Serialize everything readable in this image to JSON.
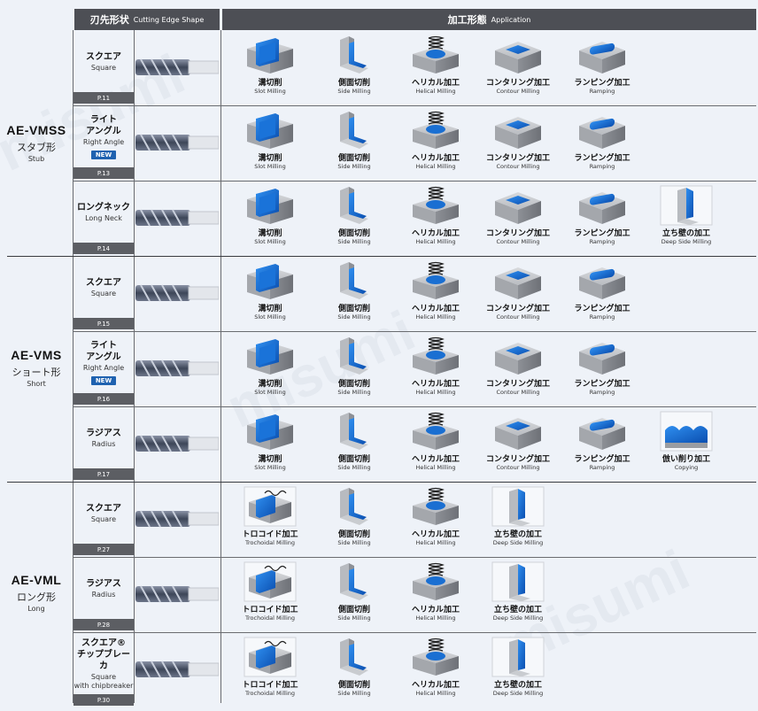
{
  "header": {
    "shape_jp": "刃先形状",
    "shape_en": "Cutting Edge Shape",
    "app_jp": "加工形態",
    "app_en": "Application"
  },
  "colors": {
    "blue": "#1c6cd1",
    "gray_header": "#4d4f55",
    "page_bg": "#eef2f8"
  },
  "series": [
    {
      "code": "AE-VMSS",
      "jp": "スタブ形",
      "en": "Stub"
    },
    {
      "code": "AE-VMS",
      "jp": "ショート形",
      "en": "Short"
    },
    {
      "code": "AE-VML",
      "jp": "ロング形",
      "en": "Long"
    }
  ],
  "watermark": "misumi",
  "rows": [
    {
      "name": "スクエア",
      "en": "Square",
      "page": "P.11",
      "new": "",
      "apps": [
        {
          "jp": "溝切削",
          "en": "Slot Milling",
          "icon": "slot-icon"
        },
        {
          "jp": "側面切削",
          "en": "Side Milling",
          "icon": "side-icon"
        },
        {
          "jp": "ヘリカル加工",
          "en": "Helical Milling",
          "icon": "helical-icon"
        },
        {
          "jp": "コンタリング加工",
          "en": "Contour Milling",
          "icon": "contour-icon"
        },
        {
          "jp": "ランピング加工",
          "en": "Ramping",
          "icon": "ramping-icon"
        }
      ]
    },
    {
      "name": "ライト\nアングル",
      "en": "Right Angle",
      "page": "P.13",
      "new": "NEW",
      "apps": [
        {
          "jp": "溝切削",
          "en": "Slot Milling",
          "icon": "slot-icon"
        },
        {
          "jp": "側面切削",
          "en": "Side Milling",
          "icon": "side-icon"
        },
        {
          "jp": "ヘリカル加工",
          "en": "Helical Milling",
          "icon": "helical-icon"
        },
        {
          "jp": "コンタリング加工",
          "en": "Contour Milling",
          "icon": "contour-icon"
        },
        {
          "jp": "ランピング加工",
          "en": "Ramping",
          "icon": "ramping-icon"
        }
      ]
    },
    {
      "name": "ロングネック",
      "en": "Long Neck",
      "page": "P.14",
      "new": "",
      "apps": [
        {
          "jp": "溝切削",
          "en": "Slot Milling",
          "icon": "slot-icon"
        },
        {
          "jp": "側面切削",
          "en": "Side Milling",
          "icon": "side-icon"
        },
        {
          "jp": "ヘリカル加工",
          "en": "Helical Milling",
          "icon": "helical-icon"
        },
        {
          "jp": "コンタリング加工",
          "en": "Contour Milling",
          "icon": "contour-icon"
        },
        {
          "jp": "ランピング加工",
          "en": "Ramping",
          "icon": "ramping-icon"
        },
        {
          "jp": "立ち壁の加工",
          "en": "Deep Side Milling",
          "icon": "deepwall-icon"
        }
      ]
    },
    {
      "name": "スクエア",
      "en": "Square",
      "page": "P.15",
      "new": "",
      "apps": [
        {
          "jp": "溝切削",
          "en": "Slot Milling",
          "icon": "slot-icon"
        },
        {
          "jp": "側面切削",
          "en": "Side Milling",
          "icon": "side-icon"
        },
        {
          "jp": "ヘリカル加工",
          "en": "Helical Milling",
          "icon": "helical-icon"
        },
        {
          "jp": "コンタリング加工",
          "en": "Contour Milling",
          "icon": "contour-icon"
        },
        {
          "jp": "ランピング加工",
          "en": "Ramping",
          "icon": "ramping-icon"
        }
      ]
    },
    {
      "name": "ライト\nアングル",
      "en": "Right Angle",
      "page": "P.16",
      "new": "NEW",
      "apps": [
        {
          "jp": "溝切削",
          "en": "Slot Milling",
          "icon": "slot-icon"
        },
        {
          "jp": "側面切削",
          "en": "Side Milling",
          "icon": "side-icon"
        },
        {
          "jp": "ヘリカル加工",
          "en": "Helical Milling",
          "icon": "helical-icon"
        },
        {
          "jp": "コンタリング加工",
          "en": "Contour Milling",
          "icon": "contour-icon"
        },
        {
          "jp": "ランピング加工",
          "en": "Ramping",
          "icon": "ramping-icon"
        }
      ]
    },
    {
      "name": "ラジアス",
      "en": "Radius",
      "page": "P.17",
      "new": "",
      "apps": [
        {
          "jp": "溝切削",
          "en": "Slot Milling",
          "icon": "slot-icon"
        },
        {
          "jp": "側面切削",
          "en": "Side Milling",
          "icon": "side-icon"
        },
        {
          "jp": "ヘリカル加工",
          "en": "Helical Milling",
          "icon": "helical-icon"
        },
        {
          "jp": "コンタリング加工",
          "en": "Contour Milling",
          "icon": "contour-icon"
        },
        {
          "jp": "ランピング加工",
          "en": "Ramping",
          "icon": "ramping-icon"
        },
        {
          "jp": "倣い削り加工",
          "en": "Copying",
          "icon": "copying-icon"
        }
      ]
    },
    {
      "name": "スクエア",
      "en": "Square",
      "page": "P.27",
      "new": "",
      "apps": [
        {
          "jp": "トロコイド加工",
          "en": "Trochoidal Milling",
          "icon": "trochoidal-icon"
        },
        {
          "jp": "側面切削",
          "en": "Side Milling",
          "icon": "side-icon"
        },
        {
          "jp": "ヘリカル加工",
          "en": "Helical Milling",
          "icon": "helical-icon"
        },
        {
          "jp": "立ち壁の加工",
          "en": "Deep Side Milling",
          "icon": "deepwall-icon"
        }
      ]
    },
    {
      "name": "ラジアス",
      "en": "Radius",
      "page": "P.28",
      "new": "",
      "apps": [
        {
          "jp": "トロコイド加工",
          "en": "Trochoidal Milling",
          "icon": "trochoidal-icon"
        },
        {
          "jp": "側面切削",
          "en": "Side Milling",
          "icon": "side-icon"
        },
        {
          "jp": "ヘリカル加工",
          "en": "Helical Milling",
          "icon": "helical-icon"
        },
        {
          "jp": "立ち壁の加工",
          "en": "Deep Side Milling",
          "icon": "deepwall-icon"
        }
      ]
    },
    {
      "name": "スクエア®\nチップブレーカ",
      "en": "Square\nwith chipbreaker",
      "page": "P.30",
      "new": "",
      "apps": [
        {
          "jp": "トロコイド加工",
          "en": "Trochoidal Milling",
          "icon": "trochoidal-icon"
        },
        {
          "jp": "側面切削",
          "en": "Side Milling",
          "icon": "side-icon"
        },
        {
          "jp": "ヘリカル加工",
          "en": "Helical Milling",
          "icon": "helical-icon"
        },
        {
          "jp": "立ち壁の加工",
          "en": "Deep Side Milling",
          "icon": "deepwall-icon"
        }
      ]
    }
  ]
}
